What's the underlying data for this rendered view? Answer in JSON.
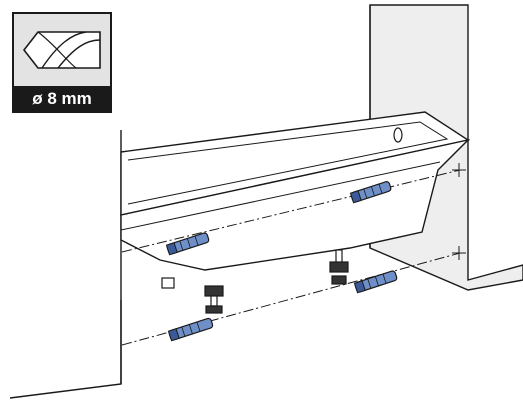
{
  "drill_badge": {
    "icon": "drill-bit-icon",
    "size_label": "ø 8 mm"
  },
  "anchors": [
    {
      "name": "upper-right-wall-plug",
      "icon": "wall-plug-icon"
    },
    {
      "name": "upper-left-wall-plug",
      "icon": "wall-plug-icon"
    },
    {
      "name": "lower-right-wall-plug",
      "icon": "wall-plug-icon"
    },
    {
      "name": "lower-left-wall-plug",
      "icon": "wall-plug-icon"
    }
  ],
  "colors": {
    "outline": "#1a1a1a",
    "wall_fill": "#eeeeee",
    "tub_fill": "#ffffff",
    "plug_blue": "#6f8fc9",
    "plug_blue_dark": "#3c5a9a",
    "badge_grey": "#e3e3e3"
  }
}
